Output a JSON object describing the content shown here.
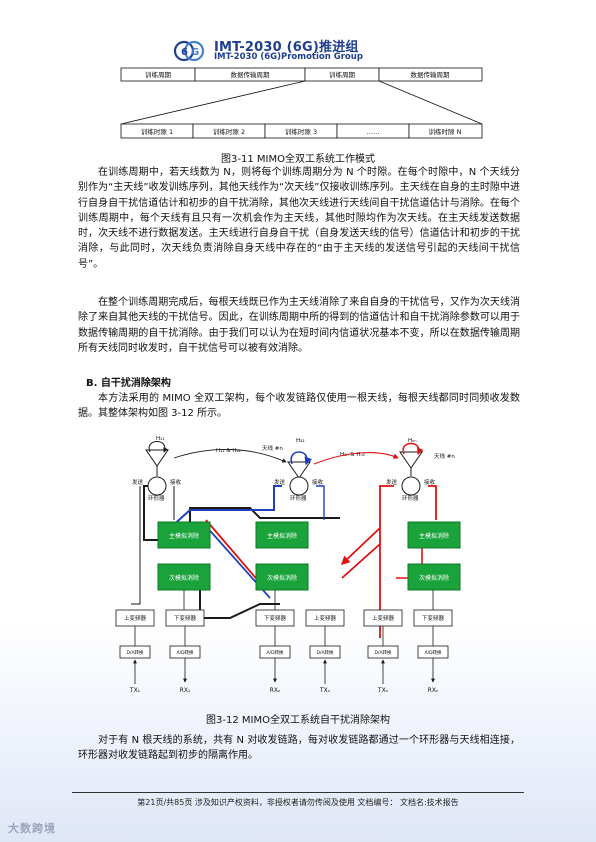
{
  "header": {
    "title": "IMT-2030 (6G)推进组",
    "subtitle": "IMT-2030 (6G)Promotion Group"
  },
  "frame_figure": {
    "top_row": [
      "训练周期",
      "数据传输周期",
      "训练周期",
      "数据传输周期"
    ],
    "bottom_row": [
      "训练时隙 1",
      "训练时隙 2",
      "训练时隙 3",
      "……",
      "训练时隙 N"
    ],
    "caption": "图3-11 MIMO全双工系统工作模式"
  },
  "paragraphs": {
    "p1": "在训练周期中，若天线数为 N，则将每个训练周期分为 N 个时隙。在每个时隙中，N 个天线分别作为“主天线”收发训练序列，其他天线作为“次天线”仅接收训练序列。主天线在自身的主时隙中进行自身自干扰信道估计和初步的自干扰消除，其他次天线进行天线间自干扰信道估计与消除。在每个训练周期中，每个天线有且只有一次机会作为主天线，其他时隙均作为次天线。在主天线发送数据时，次天线不进行数据发送。主天线进行自身自干扰（自身发送天线的信号）信道估计和初步的干扰消除，与此同时，次天线负责消除自身天线中存在的“由于主天线的发送信号引起的天线间干扰信号”。",
    "p2": "在整个训练周期完成后，每根天线既已作为主天线消除了来自自身的干扰信号，又作为次天线消除了来自其他天线的干扰信号。因此，在训练周期中所的得到的信道估计和自干扰消除参数可以用于数据传输周期的自干扰消除。由于我们可以认为在短时间内信道状况基本不变，所以在数据传输周期所有天线同时收发时，自干扰信号可以被有效消除。",
    "section": "B.  自干扰消除架构",
    "p3": "本方法采用的 MIMO 全双工架构，每个收发链路仅使用一根天线，每根天线都同时同频收发数据。其整体架构如图 3-12 所示。",
    "p4": "对于有 N 根天线的系统，共有 N 对收发链路，每对收发链路都通过一个环形器与天线相连接，环形器对收发链路起到初步的隔离作用。"
  },
  "diagram": {
    "caption": "图3-12 MIMO全双工系统自干扰消除架构",
    "h_labels": [
      "H₁₁",
      "H₂₂",
      "Hₙₙ"
    ],
    "h_pairs": [
      "H₁₂ & H₂₁",
      "H₂ₙ & Hₙ₂"
    ],
    "antenna_label": "天线 #n",
    "port_labels": [
      "发送",
      "接收"
    ],
    "circulator": "环形器",
    "main_cancel": "主模拟消除",
    "sub_cancel": "次模拟消除",
    "up_conv": "上变频器",
    "down_conv": "下变频器",
    "dac": "D/A转换",
    "adc": "A/D转换",
    "signals": [
      "TX₁",
      "RX₁",
      "RXₙ",
      "TXₙ",
      "TXₙ",
      "RXₙ"
    ],
    "colors": {
      "chain1": "#1a1a1a",
      "chain2": "#1f3fbf",
      "chainN": "#e01010",
      "block_fill": "#19a33a",
      "block_border": "#0d7a25"
    }
  },
  "footer": {
    "text": "第21页/共85页   涉及知识产权资料，非授权者请勿传阅及使用   文档编号：  文档名:技术报告",
    "watermark": "大数跨境"
  }
}
